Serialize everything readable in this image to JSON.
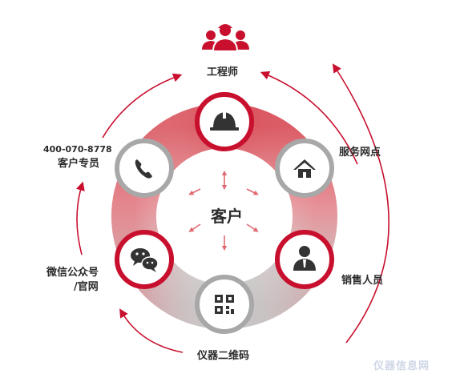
{
  "center": {
    "label": "客户"
  },
  "nodes": {
    "engineer": "工程师",
    "service": "服务网点",
    "sales": "销售人员",
    "qrcode": "仪器二维码",
    "wechat_line1": "微信公众号",
    "wechat_line2": "/官网",
    "phone_number": "400-070-8778",
    "phone_label": "客户专员"
  },
  "watermark": "仪器信息网",
  "colors": {
    "red": "#c8102e",
    "red_light": "#e06a72",
    "gray": "#a8a8a8",
    "gray_light": "#d7d7d7",
    "icon_dark": "#333333"
  }
}
